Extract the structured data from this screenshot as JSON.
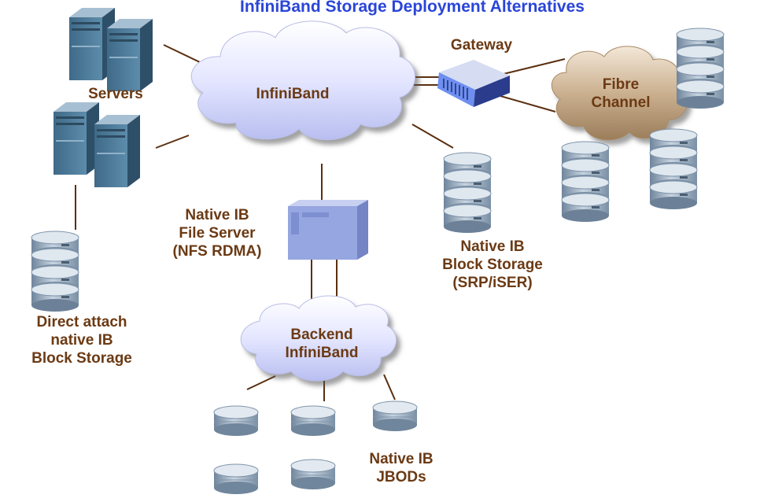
{
  "title": "InfiniBand Storage Deployment Alternatives",
  "clouds": {
    "infiniband": "InfiniBand",
    "fibre_channel": [
      "Fibre",
      "Channel"
    ],
    "backend": [
      "Backend",
      "InfiniBand"
    ]
  },
  "labels": {
    "gateway": "Gateway",
    "servers": "Servers",
    "file_server": [
      "Native IB",
      "File Server",
      "(NFS RDMA)"
    ],
    "block_storage": [
      "Native IB",
      "Block Storage",
      "(SRP/iSER)"
    ],
    "direct_attach": [
      "Direct attach",
      "native IB",
      "Block Storage"
    ],
    "jbods": [
      "Native IB",
      "JBODs"
    ]
  },
  "colors": {
    "title": "#2a45d8",
    "label": "#6b3a14",
    "ib_cloud": "#e4e6ff",
    "fc_cloud": "#cbb08f",
    "server": "#4f7e9c",
    "storage": "#8fa6bd",
    "gateway": "#6e8ff0",
    "link": "#5a2f10"
  }
}
